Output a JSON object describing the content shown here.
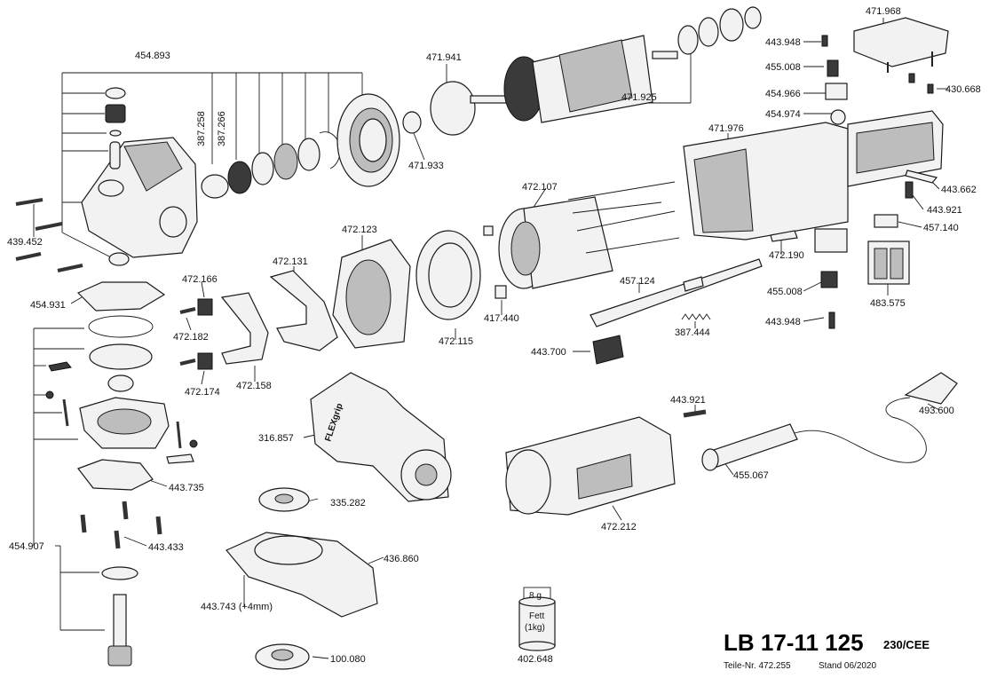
{
  "title": "LB 17-11 125",
  "title_suffix": "230/CEE",
  "part_no_text": "Teile-Nr. 472.255",
  "stand_text": "Stand 06/2020",
  "grease": {
    "amount": "8 g",
    "line1": "Fett",
    "line2": "(1kg)",
    "part": "402.648"
  },
  "grip_text": "FLEXgrip",
  "labels": {
    "p454_893": "454.893",
    "p387_258": "387.258",
    "p387_266": "387.266",
    "p471_941": "471.941",
    "p471_933": "471.933",
    "p471_925": "471.925",
    "p471_968": "471.968",
    "p443_948a": "443.948",
    "p455_008a": "455.008",
    "p430_668": "430.668",
    "p454_966": "454.966",
    "p454_974": "454.974",
    "p471_976": "471.976",
    "p443_662": "443.662",
    "p443_921a": "443.921",
    "p457_140": "457.140",
    "p472_107": "472.107",
    "p472_123": "472.123",
    "p472_131": "472.131",
    "p472_166": "472.166",
    "p472_182": "472.182",
    "p472_174": "472.174",
    "p472_158": "472.158",
    "p472_115": "472.115",
    "p417_440": "417.440",
    "p457_124": "457.124",
    "p472_190": "472.190",
    "p455_008b": "455.008",
    "p483_575": "483.575",
    "p443_948b": "443.948",
    "p387_444": "387.444",
    "p443_700": "443.700",
    "p439_452": "439.452",
    "p454_931": "454.931",
    "p443_735": "443.735",
    "p443_433": "443.433",
    "p454_907": "454.907",
    "p316_857": "316.857",
    "p335_282": "335.282",
    "p436_860": "436.860",
    "p443_743": "443.743 (+4mm)",
    "p100_080": "100.080",
    "p443_921b": "443.921",
    "p455_067": "455.067",
    "p472_212": "472.212",
    "p493_600": "493.600"
  }
}
